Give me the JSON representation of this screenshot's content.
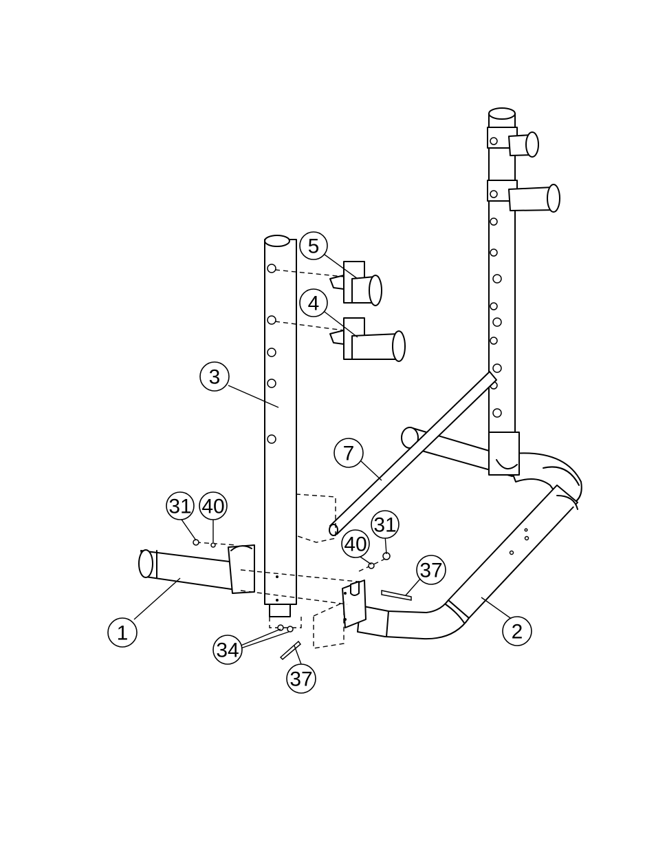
{
  "callouts": {
    "part_1": "1",
    "part_2": "2",
    "part_3": "3",
    "part_4": "4",
    "part_5": "5",
    "part_7": "7",
    "part_31_left": "31",
    "part_40_left": "40",
    "part_31_right": "31",
    "part_40_right": "40",
    "part_34": "34",
    "part_37_right": "37",
    "part_37_bottom": "37"
  }
}
